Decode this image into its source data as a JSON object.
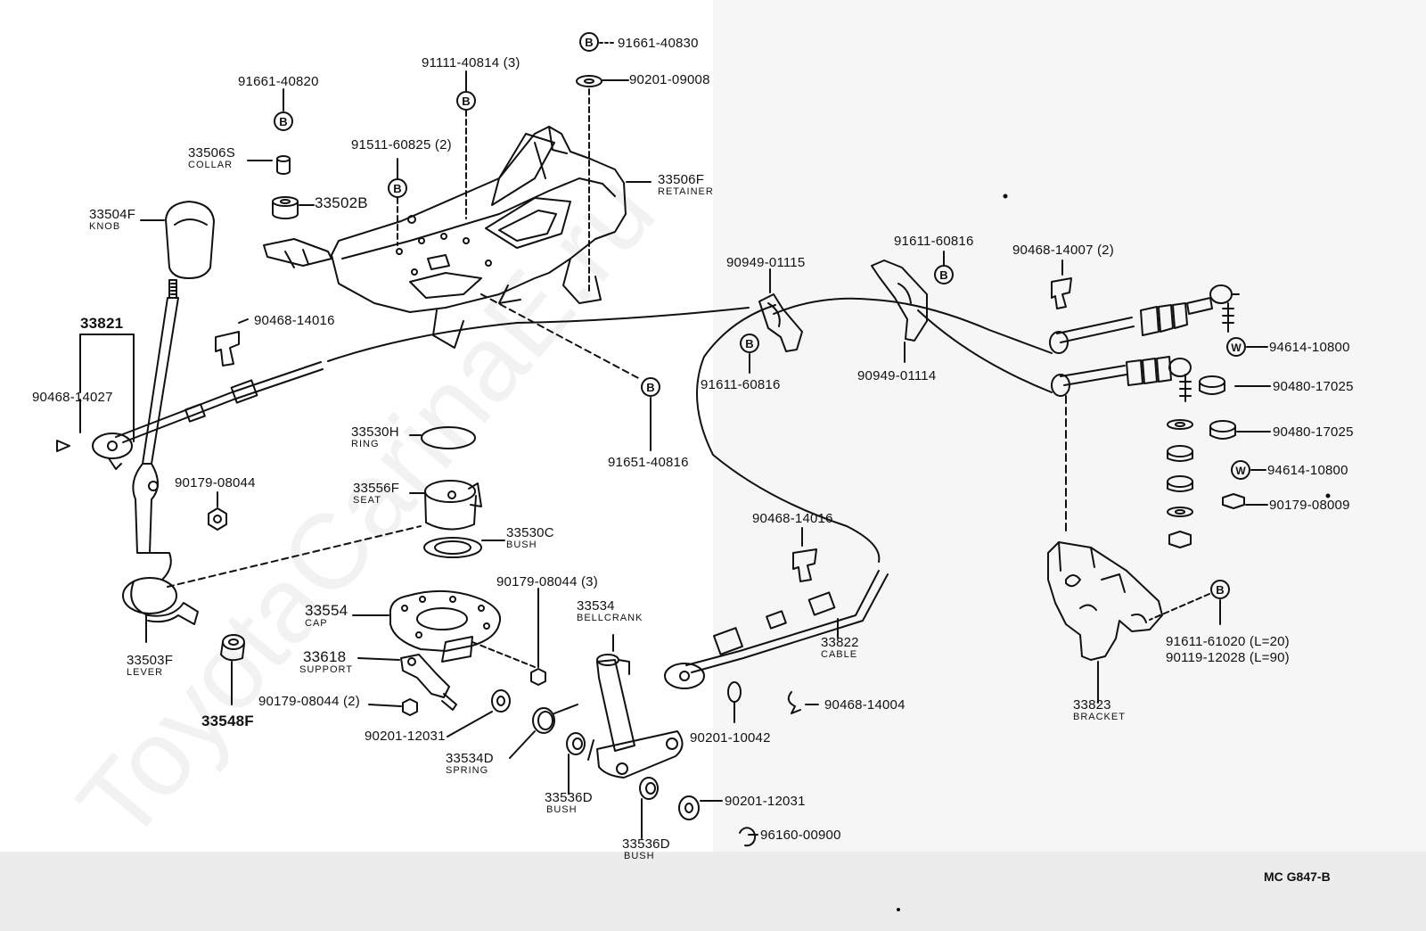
{
  "watermark": "ToyotaCarinaE.ru",
  "diagram_code": "MC G847-B",
  "parts": {
    "p91661_40830": "91661-40830",
    "p90201_09008": "90201-09008",
    "p91111_40814": "91111-40814 (3)",
    "p91661_40820": "91661-40820",
    "p91511_60825": "91511-60825 (2)",
    "p33506S": "33506S",
    "p33506S_sub": "COLLAR",
    "p33502B": "33502B",
    "p33506F": "33506F",
    "p33506F_sub": "RETAINER",
    "p33504F": "33504F",
    "p33504F_sub": "KNOB",
    "p33821": "33821",
    "p90468_14027": "90468-14027",
    "p90468_14016a": "90468-14016",
    "p33530H": "33530H",
    "p33530H_sub": "RING",
    "p33556F": "33556F",
    "p33556F_sub": "SEAT",
    "p33530C": "33530C",
    "p33530C_sub": "BUSH",
    "p90179_08044a": "90179-08044",
    "p91651_40816": "91651-40816",
    "p90179_08044_3": "90179-08044 (3)",
    "p33554": "33554",
    "p33554_sub": "CAP",
    "p33534": "33534",
    "p33534_sub": "BELLCRANK",
    "p33618": "33618",
    "p33618_sub": "SUPPORT",
    "p90179_08044_2": "90179-08044 (2)",
    "p33503F": "33503F",
    "p33503F_sub": "LEVER",
    "p33548F": "33548F",
    "p90201_12031a": "90201-12031",
    "p33534D": "33534D",
    "p33534D_sub": "SPRING",
    "p33536D_a": "33536D",
    "p33536D_a_sub": "BUSH",
    "p33536D_b": "33536D",
    "p33536D_b_sub": "BUSH",
    "p90201_12031b": "90201-12031",
    "p96160_00900": "96160-00900",
    "p90949_01115": "90949-01115",
    "p91611_60816a": "91611-60816",
    "p91611_60816b": "91611-60816",
    "p90949_01114": "90949-01114",
    "p90468_14007": "90468-14007 (2)",
    "p94614_10800a": "94614-10800",
    "p90480_17025a": "90480-17025",
    "p90480_17025b": "90480-17025",
    "p94614_10800b": "94614-10800",
    "p90179_08009": "90179-08009",
    "p90468_14016b": "90468-14016",
    "p33822": "33822",
    "p33822_sub": "CABLE",
    "p90468_14004": "90468-14004",
    "p90201_10042": "90201-10042",
    "p91611_61020": "91611-61020 (L=20)",
    "p90119_12028": "90119-12028 (L=90)",
    "p33823": "33823",
    "p33823_sub": "BRACKET"
  },
  "symbols": {
    "bolt": "B",
    "washer": "W"
  }
}
